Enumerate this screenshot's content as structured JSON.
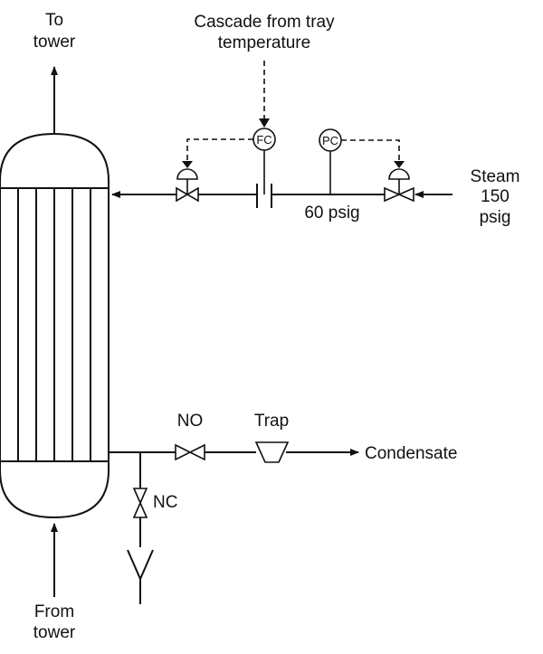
{
  "labels": {
    "to_tower_1": "To",
    "to_tower_2": "tower",
    "cascade_1": "Cascade from tray",
    "cascade_2": "temperature",
    "fc": "FC",
    "pc": "PC",
    "steam_1": "Steam",
    "steam_2": "150",
    "steam_3": "psig",
    "psig60": "60 psig",
    "no": "NO",
    "trap": "Trap",
    "condensate": "Condensate",
    "nc": "NC",
    "from_tower_1": "From",
    "from_tower_2": "tower"
  }
}
